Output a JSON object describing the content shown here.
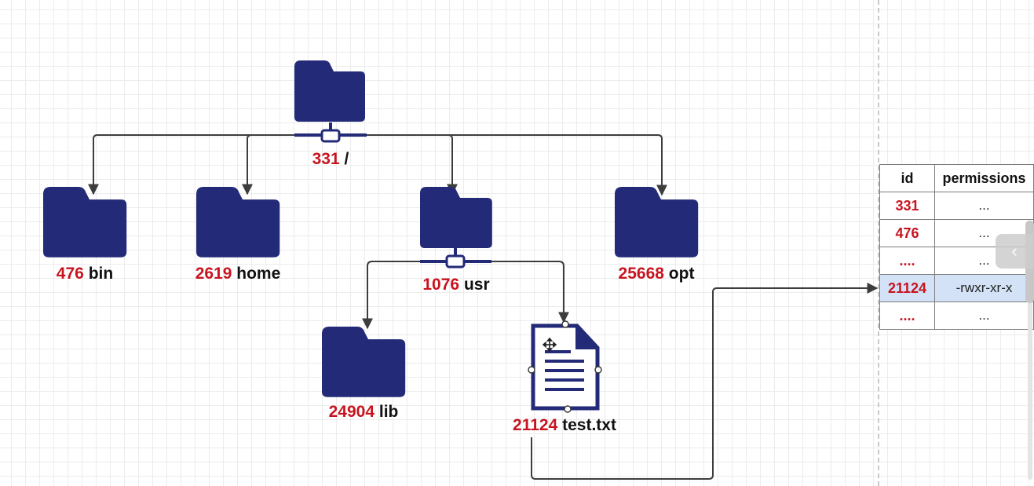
{
  "tree": {
    "root": {
      "id": "331",
      "name": "/"
    },
    "children": [
      {
        "id": "476",
        "name": "bin"
      },
      {
        "id": "2619",
        "name": "home"
      },
      {
        "id": "1076",
        "name": "usr"
      },
      {
        "id": "25668",
        "name": "opt"
      }
    ],
    "usr_children": [
      {
        "id": "24904",
        "name": "lib"
      },
      {
        "id": "21124",
        "name": "test.txt"
      }
    ]
  },
  "table": {
    "headers": {
      "id": "id",
      "permissions": "permissions"
    },
    "rows": [
      {
        "id": "331",
        "permissions": "..."
      },
      {
        "id": "476",
        "permissions": "..."
      },
      {
        "id": "....",
        "permissions": "..."
      },
      {
        "id": "21124",
        "permissions": "-rwxr-xr-x",
        "selected": true
      },
      {
        "id": "....",
        "permissions": "..."
      }
    ]
  },
  "icons": {
    "folder": "folder-icon",
    "file": "file-icon",
    "move": "move-cursor-icon",
    "collapse": "chevron-left-icon"
  },
  "colors": {
    "folder": "#232a78",
    "id_text": "#c8141f",
    "connector": "#3d3d3d",
    "selected_row": "#d3e2f7"
  },
  "collapse_glyph": "‹"
}
